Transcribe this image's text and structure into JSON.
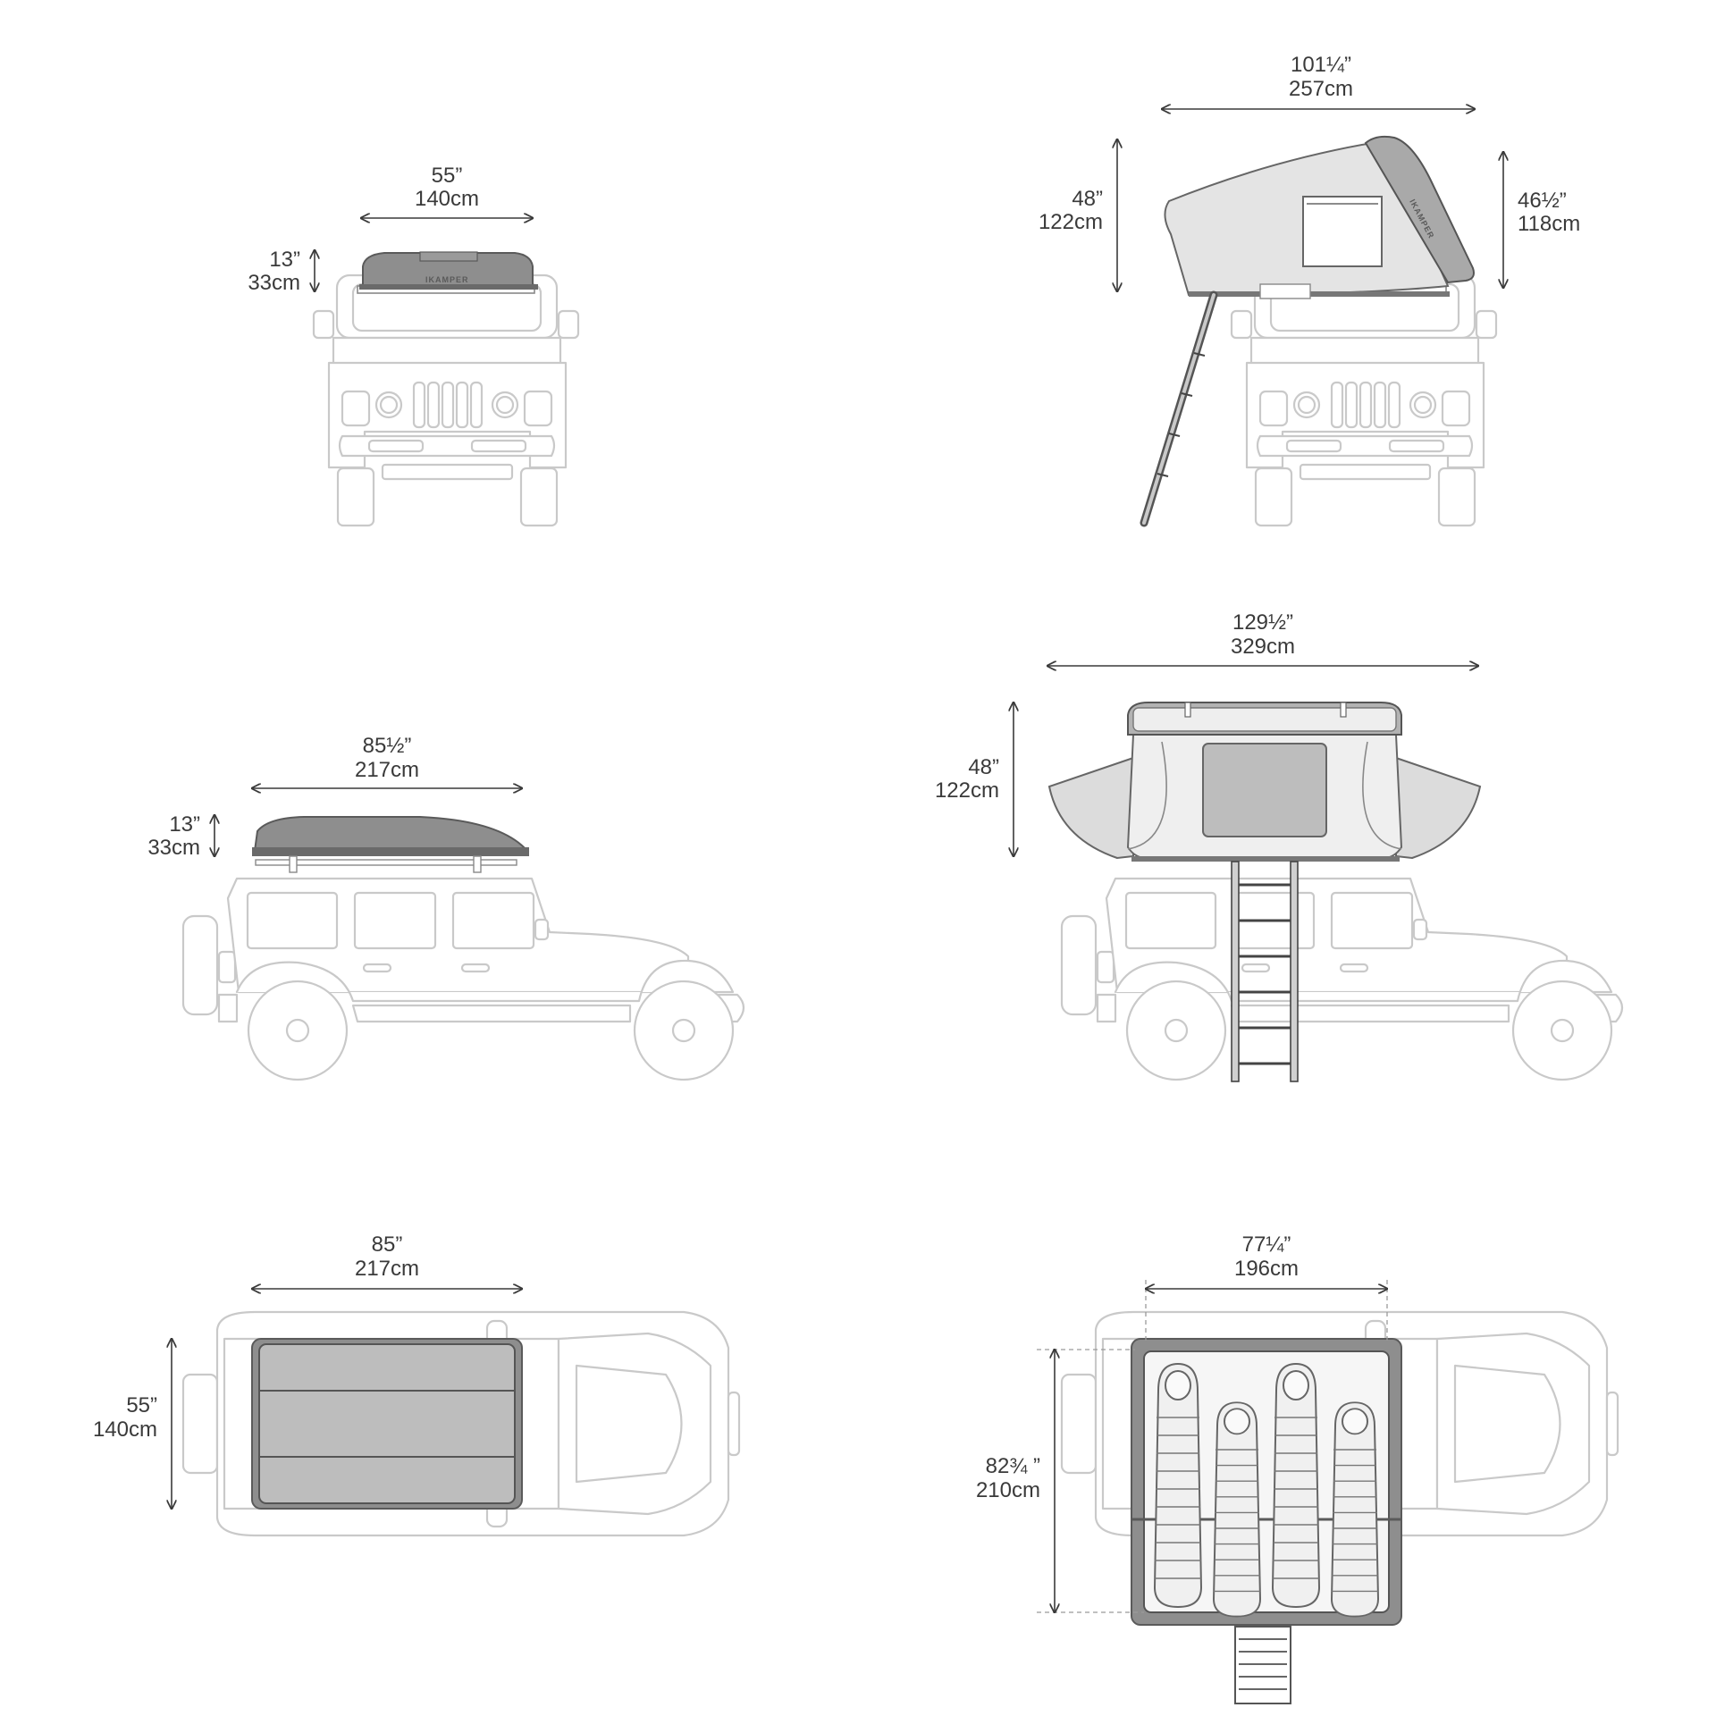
{
  "brand_colors": {
    "tent_shell": "#8e8e8e",
    "tent_canopy": "#e4e4e4",
    "vehicle_outline": "#c9c9c9",
    "dimension_text": "#3a3a3a"
  },
  "brand_logo": "IKAMPER",
  "views": {
    "front_closed": {
      "width_in": "55”",
      "width_cm": "140cm",
      "height_in": "13”",
      "height_cm": "33cm"
    },
    "front_open": {
      "width_in": "101¼”",
      "width_cm": "257cm",
      "height_in": "48”",
      "height_cm": "122cm",
      "height2_in": "46½”",
      "height2_cm": "118cm"
    },
    "side_closed": {
      "length_in": "85½”",
      "length_cm": "217cm",
      "height_in": "13”",
      "height_cm": "33cm"
    },
    "side_open": {
      "length_in": "129½”",
      "length_cm": "329cm",
      "height_in": "48”",
      "height_cm": "122cm"
    },
    "top_closed": {
      "length_in": "85”",
      "length_cm": "217cm",
      "width_in": "55”",
      "width_cm": "140cm"
    },
    "top_open": {
      "width_in": "77¼”",
      "width_cm": "196cm",
      "length_in": "82¾ ”",
      "length_cm": "210cm"
    }
  }
}
